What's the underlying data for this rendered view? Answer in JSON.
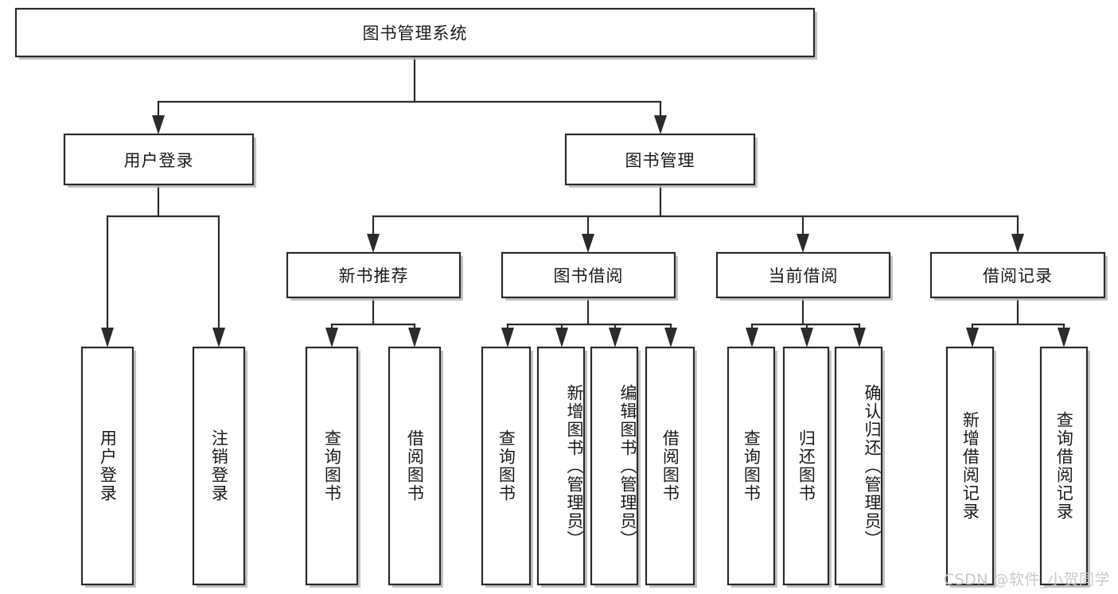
{
  "diagram": {
    "type": "tree",
    "title": "图书管理系统",
    "watermark": "CSDN @软件_小贺同学",
    "colors": {
      "box_fill": "#ffffff",
      "box_stroke": "#2b2b2b",
      "edge": "#2b2b2b",
      "text": "#1a1a1a",
      "watermark": "#c9c9c9",
      "background": "#ffffff"
    },
    "root": {
      "label": "图书管理系统"
    },
    "level2": [
      {
        "label": "用户登录"
      },
      {
        "label": "图书管理"
      }
    ],
    "level3": [
      {
        "label": "新书推荐"
      },
      {
        "label": "图书借阅"
      },
      {
        "label": "当前借阅"
      },
      {
        "label": "借阅记录"
      }
    ],
    "leaves": {
      "user_login": [
        {
          "label": "用户登录"
        },
        {
          "label": "注销登录"
        }
      ],
      "new_book_recommend": [
        {
          "label": "查询图书"
        },
        {
          "label": "借阅图书"
        }
      ],
      "book_borrow": [
        {
          "label": "查询图书"
        },
        {
          "label": "新增图书（管理员）"
        },
        {
          "label": "编辑图书（管理员）"
        },
        {
          "label": "借阅图书"
        }
      ],
      "current_borrow": [
        {
          "label": "查询图书"
        },
        {
          "label": "归还图书"
        },
        {
          "label": "确认归还（管理员）"
        }
      ],
      "borrow_record": [
        {
          "label": "新增借阅记录"
        },
        {
          "label": "查询借阅记录"
        }
      ]
    }
  }
}
